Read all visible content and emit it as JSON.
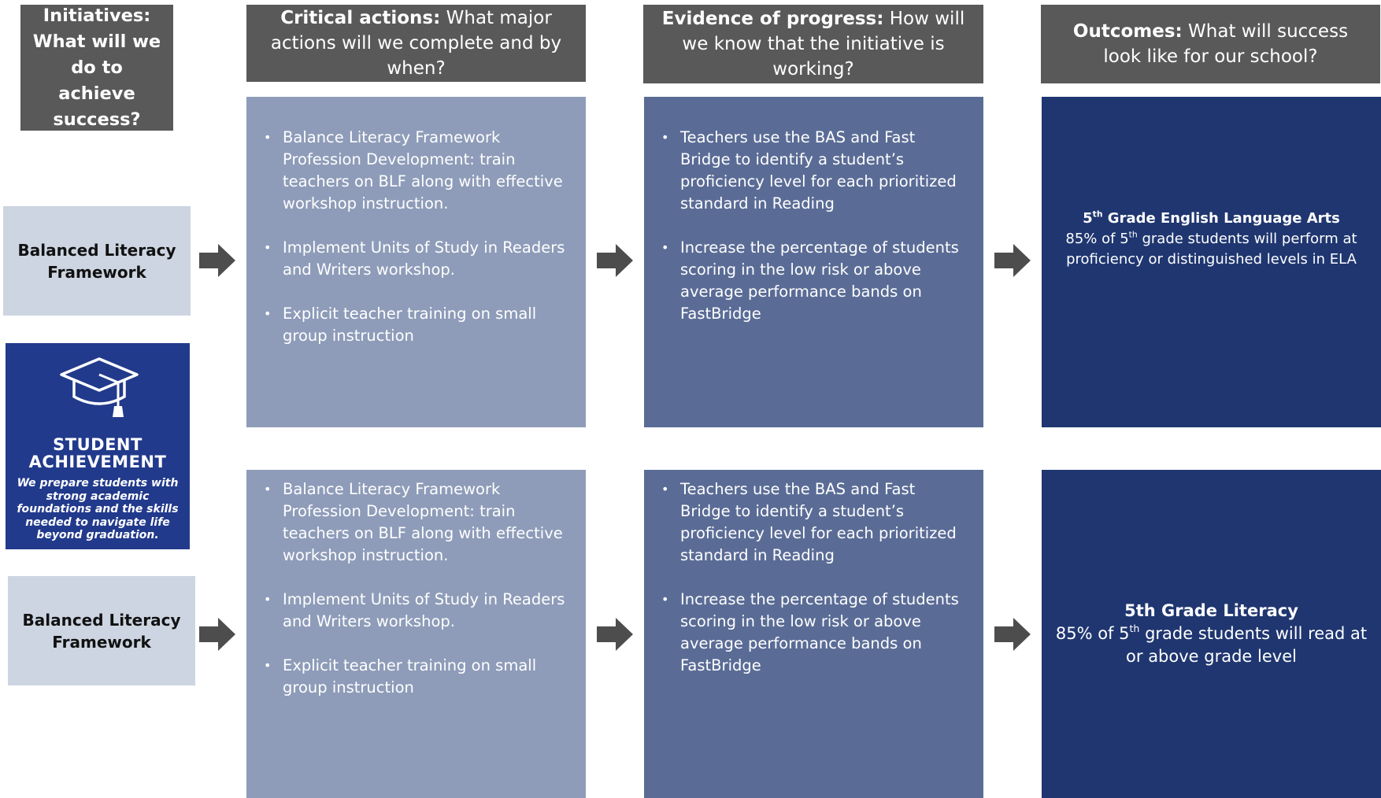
{
  "headers": {
    "initiatives": "Initiatives: What will we do to achieve success?",
    "critical_bold": "Critical actions:",
    "critical_rest": " What major actions will we complete and by when?",
    "evidence_bold": "Evidence of progress:",
    "evidence_rest": " How will we know that the initiative is working?",
    "outcomes_bold": "Outcomes:",
    "outcomes_rest": " What will success look like for our school?"
  },
  "logo": {
    "line1": "STUDENT",
    "line2": "ACHIEVEMENT",
    "tagline": "We prepare students with strong academic foundations and the skills needed to navigate life beyond graduation.",
    "icon": "graduation-cap-icon"
  },
  "rows": [
    {
      "initiative": "Balanced Literacy Framework",
      "actions": [
        "Balance Literacy Framework Profession Development: train teachers on BLF along with effective workshop instruction.",
        "Implement Units of Study in Readers and Writers workshop.",
        "Explicit teacher training on small group instruction"
      ],
      "evidence": [
        "Teachers use the BAS and Fast Bridge to identify a student’s proficiency level for each prioritized standard in Reading",
        "Increase the percentage of students scoring in the low risk or above average performance bands on FastBridge"
      ],
      "outcome": {
        "title_num": "5",
        "title_sup": "th",
        "title_rest": " Grade English Language Arts",
        "text_a": "85% of 5",
        "text_sup": "th",
        "text_b": " grade students will perform at proficiency or distinguished levels in ELA"
      }
    },
    {
      "initiative": "Balanced Literacy Framework",
      "actions": [
        "Balance Literacy Framework Profession Development: train teachers on BLF along with effective workshop instruction.",
        "Implement Units of Study in Readers and Writers workshop.",
        "Explicit teacher training on small group instruction"
      ],
      "evidence": [
        "Teachers use the BAS and Fast Bridge to identify a student’s proficiency level for each prioritized standard in Reading",
        "Increase the percentage of students scoring in the low risk or above average performance bands on FastBridge"
      ],
      "outcome": {
        "title": "5th Grade Literacy",
        "text_a": "85% of  5",
        "text_sup": "th",
        "text_b": " grade students will read at or above grade level"
      }
    }
  ],
  "colors": {
    "header_bg": "#595959",
    "initiative_bg": "#cdd5e2",
    "actions_bg": "#8e9cb9",
    "evidence_bg": "#5a6c96",
    "outcome_bg": "#1f3670",
    "logo_bg": "#223a8c",
    "arrow": "#4d4d4d"
  }
}
